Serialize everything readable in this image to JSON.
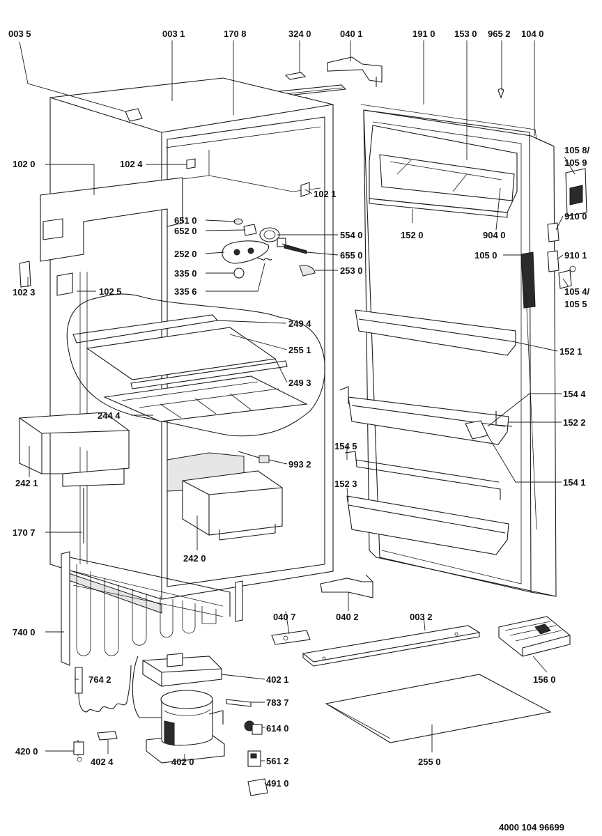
{
  "document_number": "4000 104 96699",
  "callouts": [
    {
      "id": "003-5",
      "label": "003 5"
    },
    {
      "id": "003-1",
      "label": "003 1"
    },
    {
      "id": "170-8",
      "label": "170 8"
    },
    {
      "id": "324-0",
      "label": "324 0"
    },
    {
      "id": "040-1",
      "label": "040 1"
    },
    {
      "id": "191-0",
      "label": "191 0"
    },
    {
      "id": "153-0",
      "label": "153 0"
    },
    {
      "id": "965-2",
      "label": "965 2"
    },
    {
      "id": "104-0",
      "label": "104 0"
    },
    {
      "id": "105-8",
      "label": "105 8/"
    },
    {
      "id": "105-9",
      "label": "105 9"
    },
    {
      "id": "102-0",
      "label": "102 0"
    },
    {
      "id": "102-4",
      "label": "102 4"
    },
    {
      "id": "102-1",
      "label": "102 1"
    },
    {
      "id": "651-0",
      "label": "651 0"
    },
    {
      "id": "652-0",
      "label": "652 0"
    },
    {
      "id": "554-0",
      "label": "554 0"
    },
    {
      "id": "152-0",
      "label": "152 0"
    },
    {
      "id": "904-0",
      "label": "904 0"
    },
    {
      "id": "910-0",
      "label": "910 0"
    },
    {
      "id": "252-0",
      "label": "252 0"
    },
    {
      "id": "655-0",
      "label": "655 0"
    },
    {
      "id": "105-0",
      "label": "105 0"
    },
    {
      "id": "910-1",
      "label": "910 1"
    },
    {
      "id": "335-0",
      "label": "335 0"
    },
    {
      "id": "253-0",
      "label": "253 0"
    },
    {
      "id": "102-3",
      "label": "102 3"
    },
    {
      "id": "102-5",
      "label": "102 5"
    },
    {
      "id": "335-6",
      "label": "335 6"
    },
    {
      "id": "105-4",
      "label": "105 4/"
    },
    {
      "id": "105-5",
      "label": "105 5"
    },
    {
      "id": "249-4",
      "label": "249 4"
    },
    {
      "id": "255-1",
      "label": "255 1"
    },
    {
      "id": "152-1",
      "label": "152 1"
    },
    {
      "id": "249-3",
      "label": "249 3"
    },
    {
      "id": "154-4",
      "label": "154 4"
    },
    {
      "id": "244-4",
      "label": "244 4"
    },
    {
      "id": "152-2",
      "label": "152 2"
    },
    {
      "id": "154-5",
      "label": "154 5"
    },
    {
      "id": "993-2",
      "label": "993 2"
    },
    {
      "id": "154-1",
      "label": "154 1"
    },
    {
      "id": "152-3",
      "label": "152 3"
    },
    {
      "id": "242-1",
      "label": "242 1"
    },
    {
      "id": "170-7",
      "label": "170 7"
    },
    {
      "id": "242-0",
      "label": "242 0"
    },
    {
      "id": "040-7",
      "label": "040 7"
    },
    {
      "id": "040-2",
      "label": "040 2"
    },
    {
      "id": "003-2",
      "label": "003 2"
    },
    {
      "id": "740-0",
      "label": "740 0"
    },
    {
      "id": "156-0",
      "label": "156 0"
    },
    {
      "id": "764-2",
      "label": "764 2"
    },
    {
      "id": "402-1",
      "label": "402 1"
    },
    {
      "id": "783-7",
      "label": "783 7"
    },
    {
      "id": "614-0",
      "label": "614 0"
    },
    {
      "id": "420-0",
      "label": "420 0"
    },
    {
      "id": "402-4",
      "label": "402 4"
    },
    {
      "id": "402-0",
      "label": "402 0"
    },
    {
      "id": "561-2",
      "label": "561 2"
    },
    {
      "id": "255-0",
      "label": "255 0"
    },
    {
      "id": "491-0",
      "label": "491 0"
    }
  ]
}
